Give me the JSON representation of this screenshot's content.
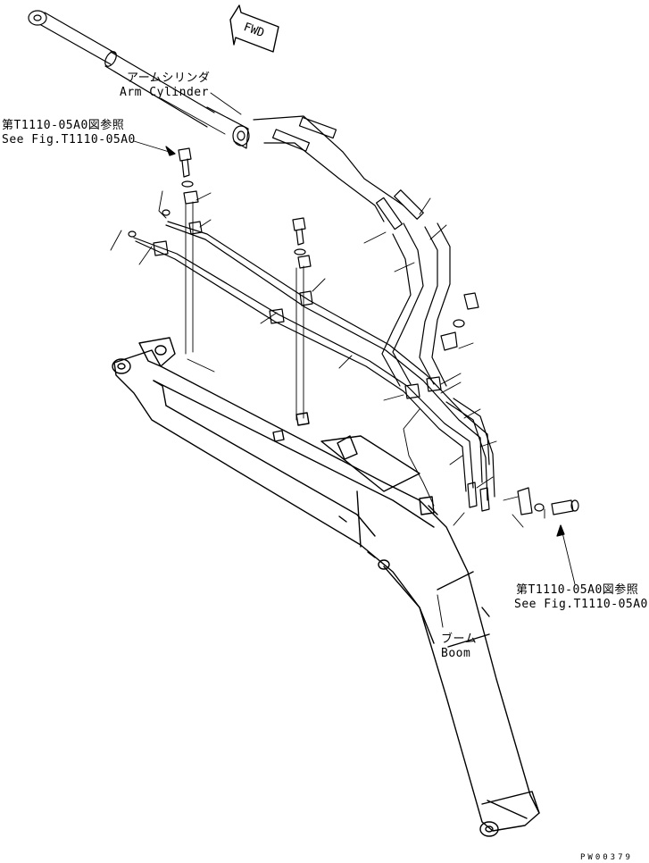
{
  "labels": {
    "arm_cylinder_jp": "アームシリンダ",
    "arm_cylinder_en": "Arm Cylinder",
    "see_fig_top_jp": "第T1110-05A0図参照",
    "see_fig_top_en": "See Fig.T1110-05A0",
    "see_fig_right_jp": "第T1110-05A0図参照",
    "see_fig_right_en": "See Fig.T1110-05A0",
    "boom_jp": "ブーム",
    "boom_en": "Boom",
    "fwd": "FWD",
    "drawing_code": "PW00379"
  }
}
